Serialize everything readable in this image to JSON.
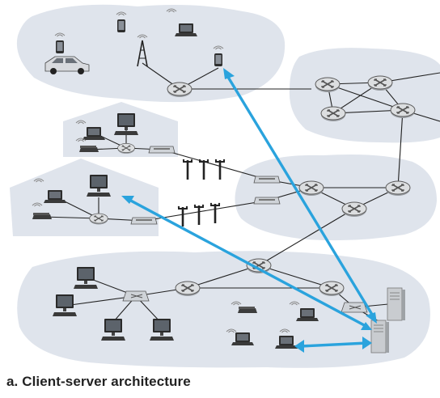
{
  "caption": "a. Client-server architecture",
  "colors": {
    "region_fill": "#dfe4ec",
    "link_line": "#222222",
    "arrow": "#2aa3dd",
    "router": "#d4d6d8",
    "router_edge": "#555555",
    "device_dark": "#2e2e2e",
    "server": "#c8cbce"
  },
  "elements": {
    "regions": [
      "mobile-network",
      "isp-top-right",
      "isp-middle-right",
      "home-network-1",
      "home-network-2",
      "enterprise-network"
    ],
    "icons": [
      "car-icon",
      "smartphone-icon",
      "laptop-icon",
      "cell-tower-icon",
      "router-icon",
      "desktop-icon",
      "modem-icon",
      "server-icon",
      "utility-pole-icon",
      "switch-icon"
    ]
  }
}
